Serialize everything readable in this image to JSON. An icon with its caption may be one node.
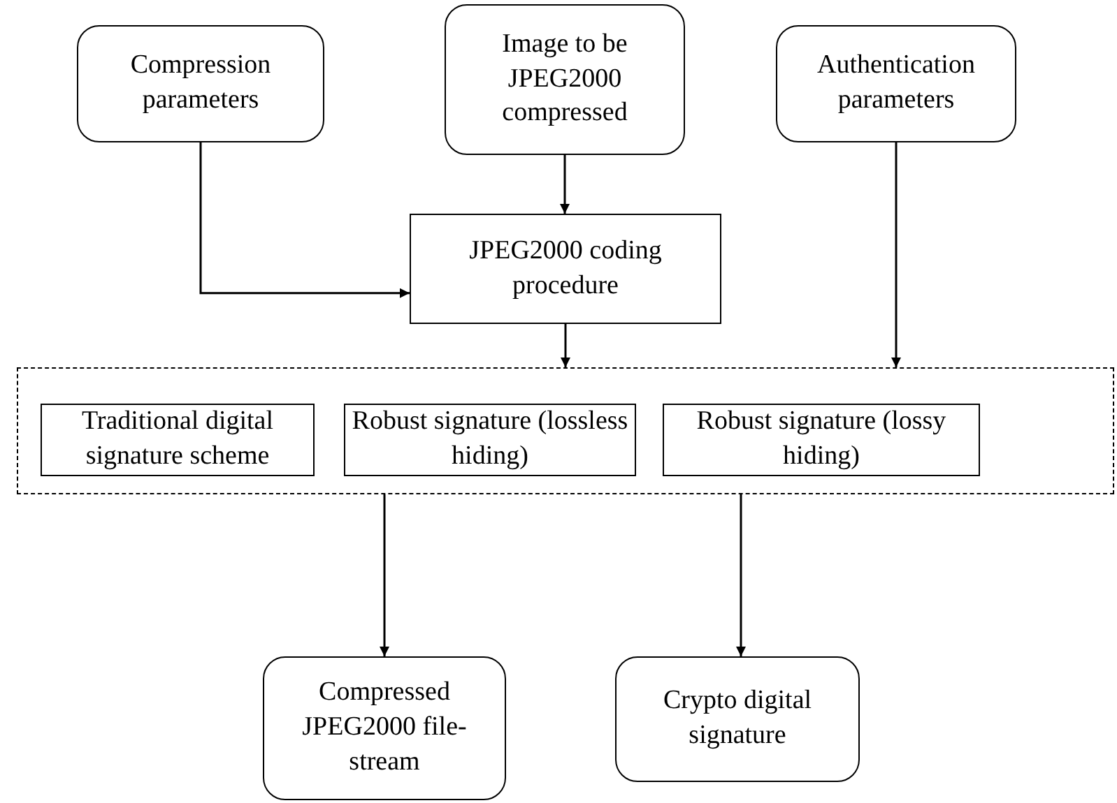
{
  "diagram": {
    "nodes": [
      {
        "text": [
          "Compression parameters"
        ]
      },
      {
        "text": [
          "Image to be JPEG2000 compressed"
        ]
      },
      {
        "text": [
          "Authentication parameters"
        ]
      },
      {
        "text": [
          "JPEG2000 coding procedure"
        ]
      },
      {
        "text": [],
        "shape": "box"
      },
      {
        "text": [
          "Traditional digital signature scheme"
        ],
        "in": 4
      },
      {
        "text": [
          "Robust signature (lossless hiding)"
        ],
        "in": 4
      },
      {
        "text": [
          "Robust signature (lossy hiding)"
        ],
        "in": 4
      },
      {
        "text": [
          "Compressed JPEG2000 file-stream"
        ]
      },
      {
        "text": [
          "Crypto digital signature"
        ]
      }
    ],
    "edges": [
      {
        "from": 0,
        "to": 3,
        "arrow": "to"
      },
      {
        "from": 1,
        "to": 3,
        "arrow": "to"
      },
      {
        "from": 2,
        "to": 4,
        "arrow": "to"
      },
      {
        "from": 3,
        "to": 4,
        "arrow": "to"
      },
      {
        "from": 4,
        "to": 8,
        "arrow": "to"
      },
      {
        "from": 4,
        "to": 9,
        "arrow": "to"
      }
    ]
  }
}
